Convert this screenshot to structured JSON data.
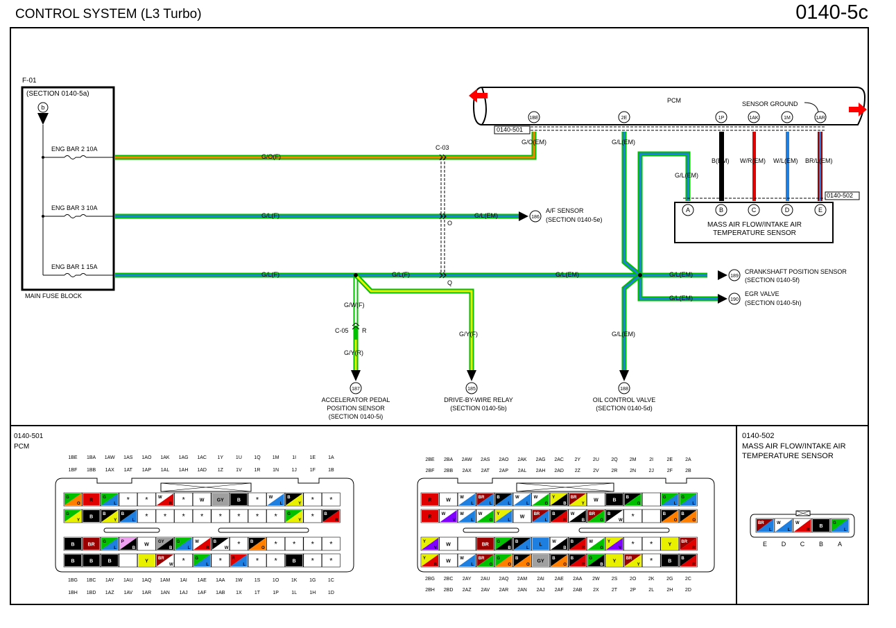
{
  "header": {
    "title": "CONTROL SYSTEM (L3 Turbo)",
    "page": "0140-5c"
  },
  "fuse_block": {
    "id": "F-01",
    "section": "(SECTION 0140-5a)",
    "connector": "b",
    "name": "MAIN FUSE BLOCK",
    "fuses": [
      "ENG BAR 2 10A",
      "ENG BAR 3 10A",
      "ENG BAR 1 15A"
    ]
  },
  "pcm": {
    "label": "PCM",
    "sensor_ground": "SENSOR GROUND",
    "connector_ref": "0140-501",
    "pins": [
      "1BE",
      "2E",
      "1P",
      "1AK",
      "1M",
      "1AR"
    ]
  },
  "maf": {
    "connector_ref": "0140-502",
    "pins": [
      "A",
      "B",
      "C",
      "D",
      "E"
    ],
    "name_line1": "MASS AIR FLOW/INTAKE AIR",
    "name_line2": "TEMPERATURE SENSOR"
  },
  "wires": {
    "go_f": "G/O(F)",
    "go_em": "G/O(EM)",
    "gl_f": "G/L(F)",
    "gl_em": "G/L(EM)",
    "gw_f": "G/W(F)",
    "gy_r": "G/Y(R)",
    "gy_f": "G/Y(F)",
    "b_em": "B(EM)",
    "wr_em": "W/R(EM)",
    "wl_em": "W/L(EM)",
    "brl_em": "BR/L(EM)"
  },
  "connectors": {
    "c03": "C-03",
    "c05": "C-05",
    "o": "O",
    "q": "Q",
    "r": "R"
  },
  "destinations": {
    "af": {
      "ref": "186",
      "name": "A/F SENSOR",
      "section": "(SECTION 0140-5e)"
    },
    "ckp": {
      "ref": "189",
      "name": "CRANKSHAFT POSITION SENSOR",
      "section": "(SECTION 0140-5f)"
    },
    "egr": {
      "ref": "190",
      "name": "EGR VALVE",
      "section": "(SECTION 0140-5h)"
    },
    "app": {
      "ref": "187",
      "name1": "ACCELERATOR PEDAL",
      "name2": "POSITION SENSOR",
      "section": "(SECTION 0140-5i)"
    },
    "dbw": {
      "ref": "185",
      "name": "DRIVE-BY-WIRE RELAY",
      "section": "(SECTION 0140-5b)"
    },
    "ocv": {
      "ref": "188",
      "name": "OIL CONTROL VALVE",
      "section": "(SECTION 0140-5d)"
    }
  },
  "connector_views": {
    "pcm": {
      "ref": "0140-501",
      "name": "PCM",
      "c1_top1": [
        "1BE",
        "1BA",
        "1AW",
        "1AS",
        "1AO",
        "1AK",
        "1AG",
        "1AC",
        "1Y",
        "1U",
        "1Q",
        "1M",
        "1I",
        "1E",
        "1A"
      ],
      "c1_top2": [
        "1BF",
        "1BB",
        "1AX",
        "1AT",
        "1AP",
        "1AL",
        "1AH",
        "1AD",
        "1Z",
        "1V",
        "1R",
        "1N",
        "1J",
        "1F",
        "1B"
      ],
      "c1_bot1": [
        "1BG",
        "1BC",
        "1AY",
        "1AU",
        "1AQ",
        "1AM",
        "1AI",
        "1AE",
        "1AA",
        "1W",
        "1S",
        "1O",
        "1K",
        "1G",
        "1C"
      ],
      "c1_bot2": [
        "1BH",
        "1BD",
        "1AZ",
        "1AV",
        "1AR",
        "1AN",
        "1AJ",
        "1AF",
        "1AB",
        "1X",
        "1T",
        "1P",
        "1L",
        "1H",
        "1D"
      ],
      "c2_top1": [
        "2BE",
        "2BA",
        "2AW",
        "2AS",
        "2AO",
        "2AK",
        "2AG",
        "2AC",
        "2Y",
        "2U",
        "2Q",
        "2M",
        "2I",
        "2E",
        "2A"
      ],
      "c2_top2": [
        "2BF",
        "2BB",
        "2AX",
        "2AT",
        "2AP",
        "2AL",
        "2AH",
        "2AD",
        "2Z",
        "2V",
        "2R",
        "2N",
        "2J",
        "2F",
        "2B"
      ],
      "c2_bot1": [
        "2BG",
        "2BC",
        "2AY",
        "2AU",
        "2AQ",
        "2AM",
        "2AI",
        "2AE",
        "2AA",
        "2W",
        "2S",
        "2O",
        "2K",
        "2G",
        "2C"
      ],
      "c2_bot2": [
        "2BH",
        "2BD",
        "2AZ",
        "2AV",
        "2AR",
        "2AN",
        "2AJ",
        "2AF",
        "2AB",
        "2X",
        "2T",
        "2P",
        "2L",
        "2H",
        "2D"
      ]
    },
    "maf": {
      "ref": "0140-502",
      "name1": "MASS AIR FLOW/INTAKE AIR",
      "name2": "TEMPERATURE SENSOR",
      "pin_letters": [
        "E",
        "D",
        "C",
        "B",
        "A"
      ]
    }
  },
  "colors": {
    "green": "#00c000",
    "orange": "#ff8000",
    "blue": "#1e7fe0",
    "yellow": "#e8f000",
    "white": "#ffffff",
    "black": "#000000",
    "red": "#e00000",
    "brown": "#9a0000",
    "gray": "#a0a0a0",
    "pink": "#f0a0f0",
    "violet": "#8000ff",
    "arrow_red": "#ff0000"
  }
}
